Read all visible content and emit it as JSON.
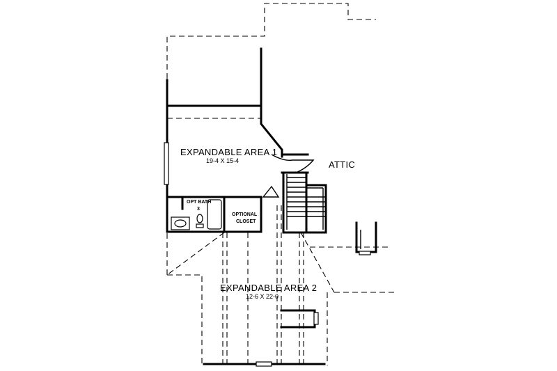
{
  "rooms": {
    "expandable_area_1": {
      "name": "EXPANDABLE AREA 1",
      "dims": "19-4 X 15-4"
    },
    "expandable_area_2": {
      "name": "EXPANDABLE AREA 2",
      "dims": "12-6 X 22-0"
    },
    "attic": {
      "name": "ATTIC"
    },
    "opt_bath": {
      "name": "OPT BATH",
      "number": "3"
    },
    "optional_closet": {
      "line1": "OPTIONAL",
      "line2": "CLOSET"
    }
  },
  "colors": {
    "line": "#000000",
    "background": "#ffffff"
  }
}
